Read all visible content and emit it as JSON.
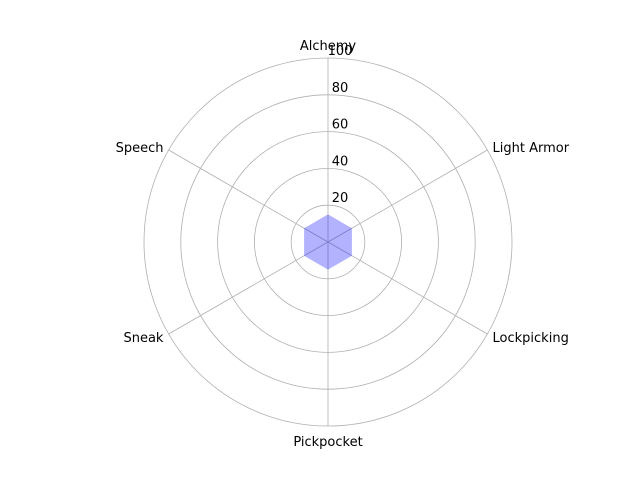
{
  "chart_data": {
    "type": "radar",
    "categories": [
      "Alchemy",
      "Light Armor",
      "Lockpicking",
      "Pickpocket",
      "Sneak",
      "Speech"
    ],
    "series": [
      {
        "values": [
          15,
          15,
          15,
          15,
          15,
          15
        ]
      }
    ],
    "rlim": [
      0,
      100
    ],
    "rticks": [
      20,
      40,
      60,
      80,
      100
    ],
    "grid": true,
    "fill_color": "#0000ff",
    "fill_opacity": 0.3,
    "grid_color": "#b0b0b0"
  }
}
